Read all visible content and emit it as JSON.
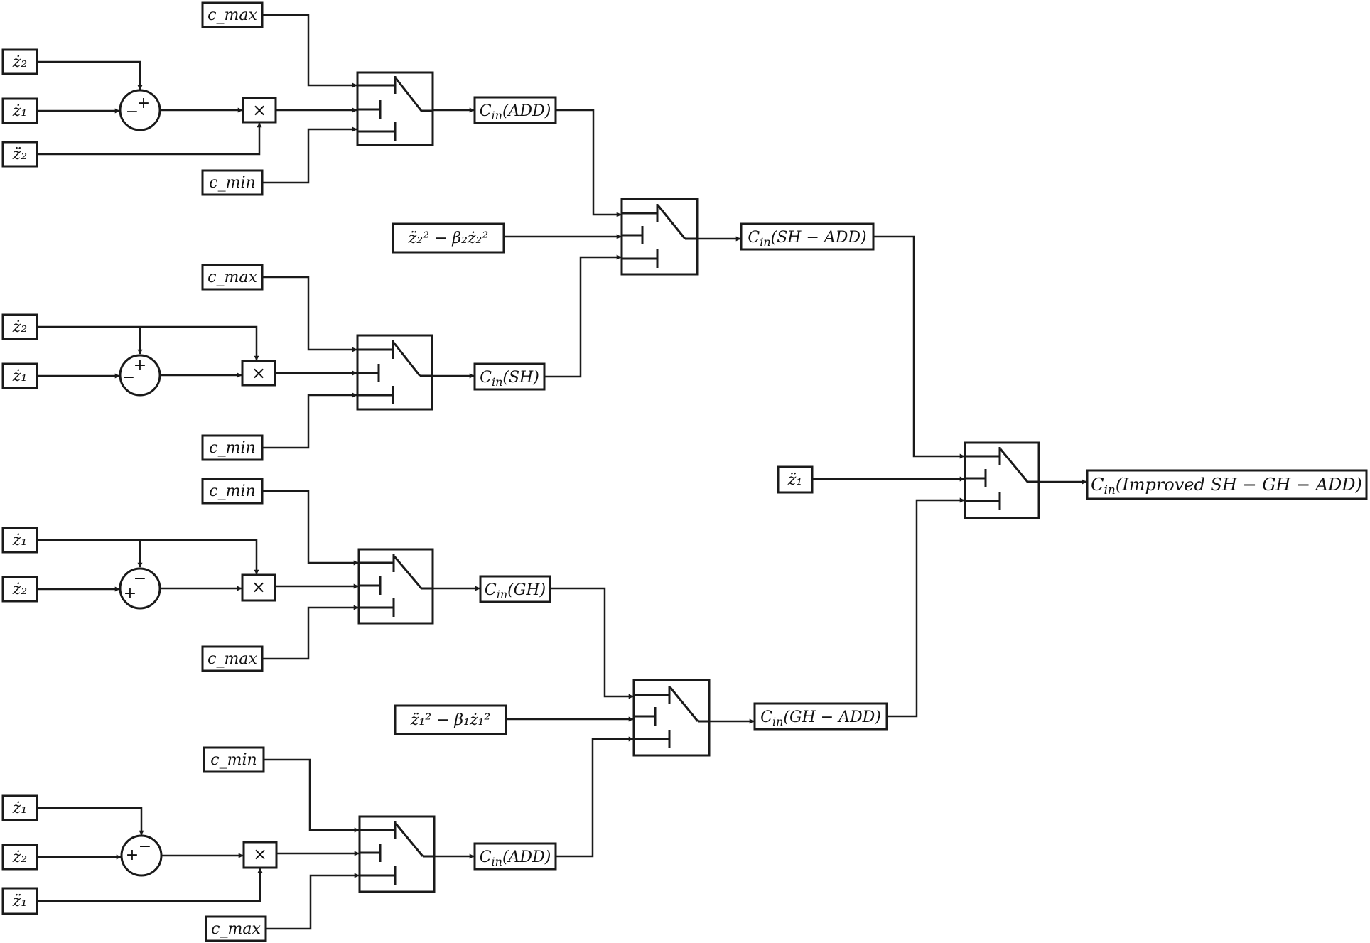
{
  "inputs": {
    "r1": {
      "top": "ż₂",
      "mid": "ż₁",
      "bot": "z̈₂",
      "cmax": "c_max",
      "cmin": "c_min"
    },
    "r2": {
      "top": "ż₂",
      "mid": "ż₁",
      "cmax": "c_max",
      "cmin": "c_min"
    },
    "r3": {
      "top": "ż₁",
      "mid": "ż₂",
      "cmin": "c_min",
      "cmax": "c_max"
    },
    "r4": {
      "top": "ż₁",
      "mid": "ż₂",
      "bot": "z̈₁",
      "cmin": "c_min",
      "cmax": "c_max"
    }
  },
  "sums": {
    "r1": {
      "a": "+",
      "b": "−"
    },
    "r2": {
      "a": "+",
      "b": "−"
    },
    "r3": {
      "a": "−",
      "b": "+"
    },
    "r4": {
      "a": "−",
      "b": "+"
    }
  },
  "product_symbol": "×",
  "outputs": {
    "r1": {
      "base": "C",
      "sub": "in",
      "tail": "(ADD)"
    },
    "r2": {
      "base": "C",
      "sub": "in",
      "tail": "(SH)"
    },
    "r3": {
      "base": "C",
      "sub": "in",
      "tail": "(GH)"
    },
    "r4": {
      "base": "C",
      "sub": "in",
      "tail": "(ADD)"
    },
    "sh_add": {
      "base": "C",
      "sub": "in",
      "tail": "(SH − ADD)"
    },
    "gh_add": {
      "base": "C",
      "sub": "in",
      "tail": "(GH − ADD)"
    },
    "final": {
      "base": "C",
      "sub": "in",
      "tail": "(Improved SH − GH − ADD)"
    }
  },
  "conditions": {
    "sh": "z̈₂² − β₂ż₂²",
    "gh": "z̈₁² − β₁ż₁²",
    "final": "z̈₁"
  }
}
